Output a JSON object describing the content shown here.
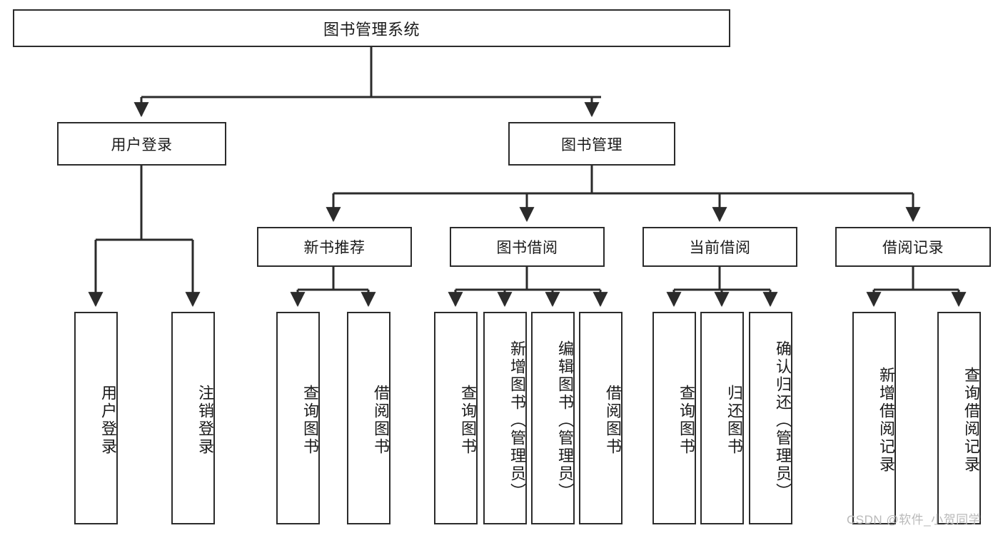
{
  "diagram": {
    "title": "图书管理系统",
    "type": "hierarchy-tree",
    "watermark": "CSDN @软件_小贺同学",
    "colors": {
      "background": "#ffffff",
      "box_border": "#2b2b2b",
      "box_fill": "#ffffff",
      "connector": "#2b2b2b",
      "text": "#1a1a1a",
      "watermark": "#b9b9b9"
    },
    "root": {
      "label": "图书管理系统"
    },
    "level1": [
      {
        "label": "用户登录"
      },
      {
        "label": "图书管理"
      }
    ],
    "level2": [
      {
        "label": "新书推荐"
      },
      {
        "label": "图书借阅"
      },
      {
        "label": "当前借阅"
      },
      {
        "label": "借阅记录"
      }
    ],
    "leaves": {
      "user_login": [
        {
          "label": "用户登录"
        },
        {
          "label": "注销登录"
        }
      ],
      "new_book_recommend": [
        {
          "label": "查询图书"
        },
        {
          "label": "借阅图书"
        }
      ],
      "book_borrow": [
        {
          "label": "查询图书"
        },
        {
          "label": "新增图书（管理员）"
        },
        {
          "label": "编辑图书（管理员）"
        },
        {
          "label": "借阅图书"
        }
      ],
      "current_borrow": [
        {
          "label": "查询图书"
        },
        {
          "label": "归还图书"
        },
        {
          "label": "确认归还（管理员）"
        }
      ],
      "borrow_record": [
        {
          "label": "新增借阅记录"
        },
        {
          "label": "查询借阅记录"
        }
      ]
    }
  }
}
